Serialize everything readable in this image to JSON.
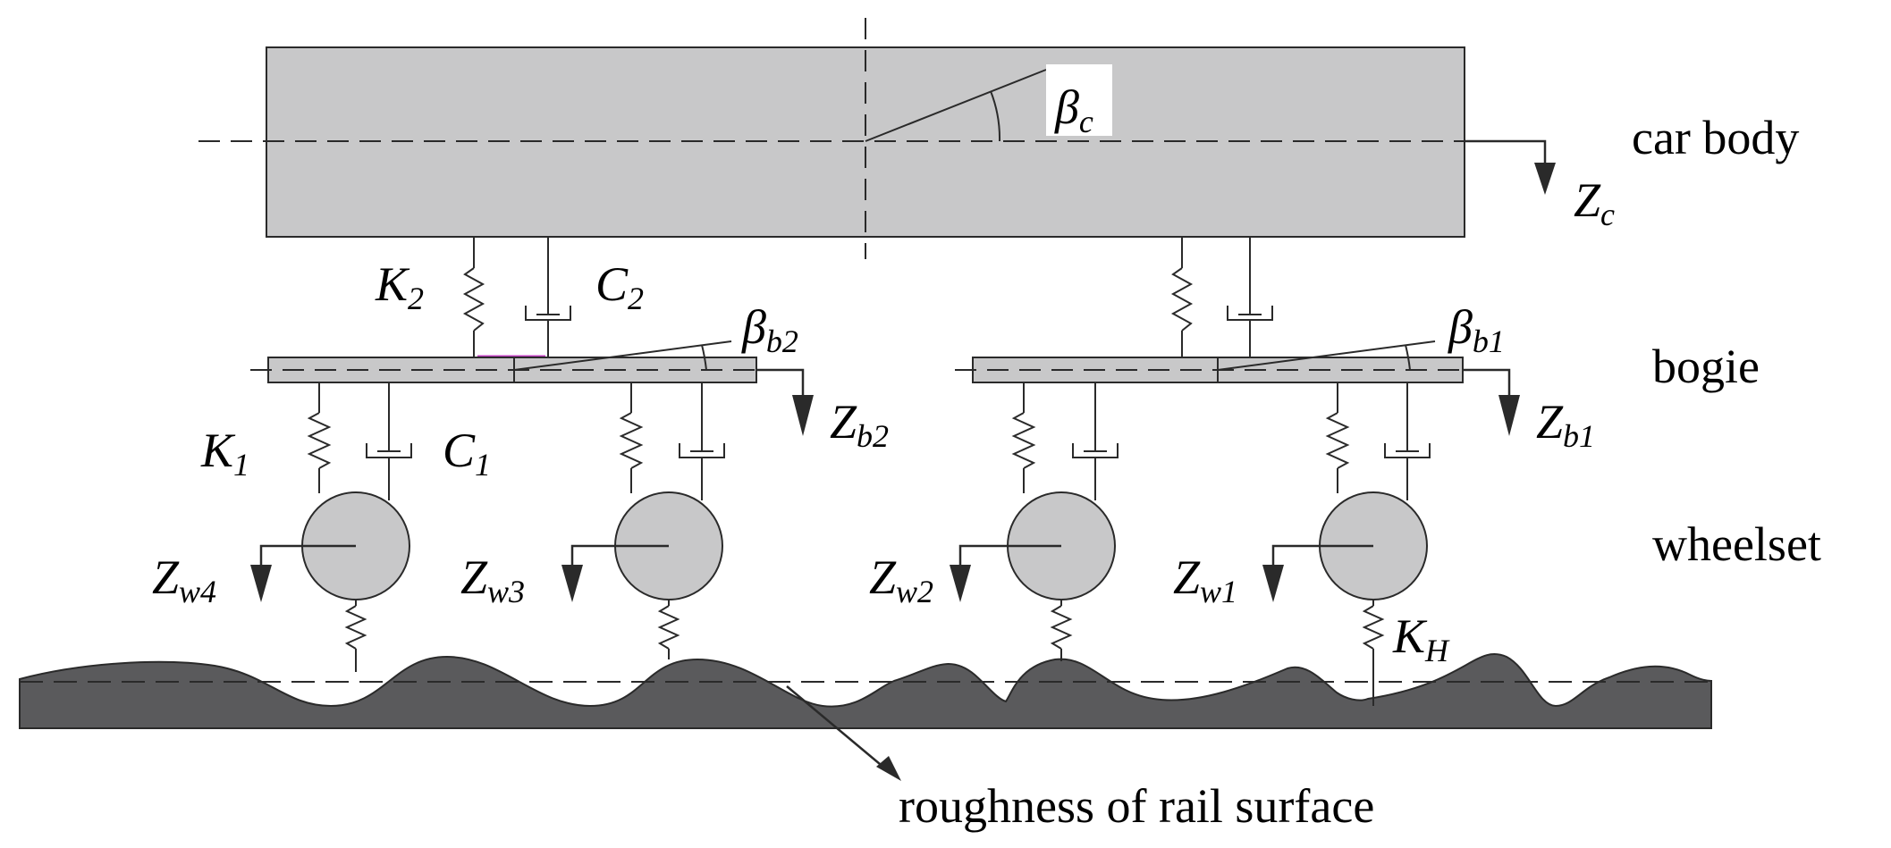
{
  "labels": {
    "car_body": "car body",
    "bogie": "bogie",
    "wheelset": "wheelset",
    "roughness": "roughness of rail surface"
  },
  "symbols": {
    "beta_c": {
      "base": "β",
      "sub": "c"
    },
    "z_c": {
      "base": "Z",
      "sub": "c"
    },
    "k2": {
      "base": "K",
      "sub": "2"
    },
    "c2": {
      "base": "C",
      "sub": "2"
    },
    "beta_b2": {
      "base": "β",
      "sub": "b2"
    },
    "beta_b1": {
      "base": "β",
      "sub": "b1"
    },
    "z_b2": {
      "base": "Z",
      "sub": "b2"
    },
    "z_b1": {
      "base": "Z",
      "sub": "b1"
    },
    "k1": {
      "base": "K",
      "sub": "1"
    },
    "c1": {
      "base": "C",
      "sub": "1"
    },
    "z_w4": {
      "base": "Z",
      "sub": "w4"
    },
    "z_w3": {
      "base": "Z",
      "sub": "w3"
    },
    "z_w2": {
      "base": "Z",
      "sub": "w2"
    },
    "z_w1": {
      "base": "Z",
      "sub": "w1"
    },
    "k_h": {
      "base": "K",
      "sub": "H"
    }
  },
  "colors": {
    "body_fill": "#c8c8c9",
    "rail_fill": "#5a5a5c",
    "stroke": "#2a2a2a"
  }
}
